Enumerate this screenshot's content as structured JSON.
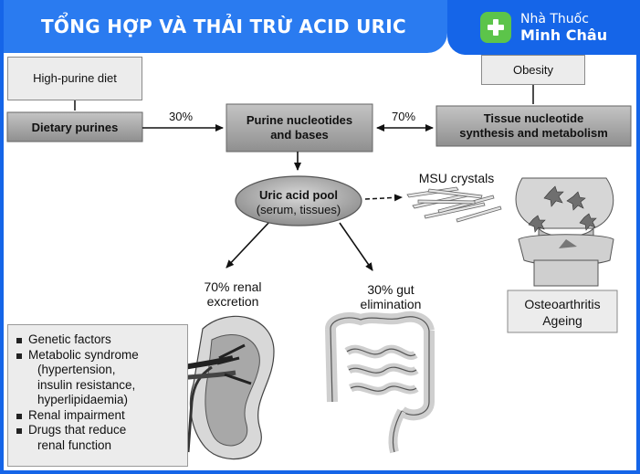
{
  "header": {
    "title": "TỔNG HỢP VÀ THẢI TRỪ ACID URIC"
  },
  "brand": {
    "line1": "Nhà Thuốc",
    "line2": "Minh Châu",
    "logo_icon": "plus-icon",
    "color": "#1565e8",
    "logo_color": "#5cc44a"
  },
  "diagram": {
    "high_purine_diet": "High-purine diet",
    "dietary_purines": "Dietary purines",
    "pct_30_diet": "30%",
    "purine_nucleotides": "Purine nucleotides and bases",
    "pct_70": "70%",
    "tissue_nucleotide": "Tissue nucleotide synthesis and metabolism",
    "obesity": "Obesity",
    "uric_acid_pool_title": "Uric acid pool",
    "uric_acid_pool_sub": "(serum, tissues)",
    "msu_crystals": "MSU crystals",
    "renal_excretion": "70% renal excretion",
    "gut_elimination": "30% gut elimination",
    "osteoarthritis": "Osteoarthritis",
    "ageing": "Ageing"
  },
  "factors": [
    {
      "text": "Genetic factors",
      "bullet": true
    },
    {
      "text": "Metabolic syndrome",
      "bullet": true
    },
    {
      "text": "(hypertension,",
      "bullet": false
    },
    {
      "text": "insulin resistance,",
      "bullet": false
    },
    {
      "text": "hyperlipidaemia)",
      "bullet": false
    },
    {
      "text": "Renal impairment",
      "bullet": true
    },
    {
      "text": "Drugs that reduce",
      "bullet": true
    },
    {
      "text": "renal function",
      "bullet": false
    }
  ]
}
